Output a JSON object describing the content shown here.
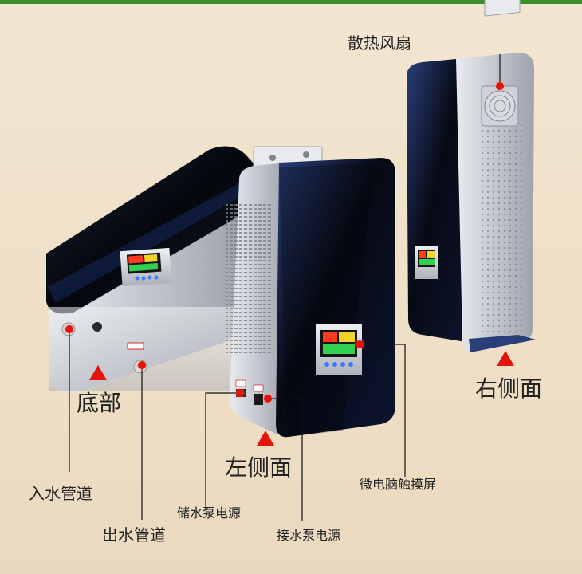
{
  "labels": {
    "fan": "散热风扇",
    "right_side": "右侧面",
    "bottom": "底部",
    "left_side": "左侧面",
    "inlet_pipe": "入水管道",
    "outlet_pipe": "出水管道",
    "storage_pump_power": "储水泵电源",
    "connect_pump_power": "接水泵电源",
    "touch_screen": "微电脑触摸屏"
  },
  "colors": {
    "accent_marker": "#e2140c",
    "top_bar": "#3b8f2a",
    "body_silver": "#c9ccd2",
    "panel_black": "#0b0f1a"
  },
  "icons": [
    "triangle-marker-icon",
    "red-dot-icon"
  ]
}
